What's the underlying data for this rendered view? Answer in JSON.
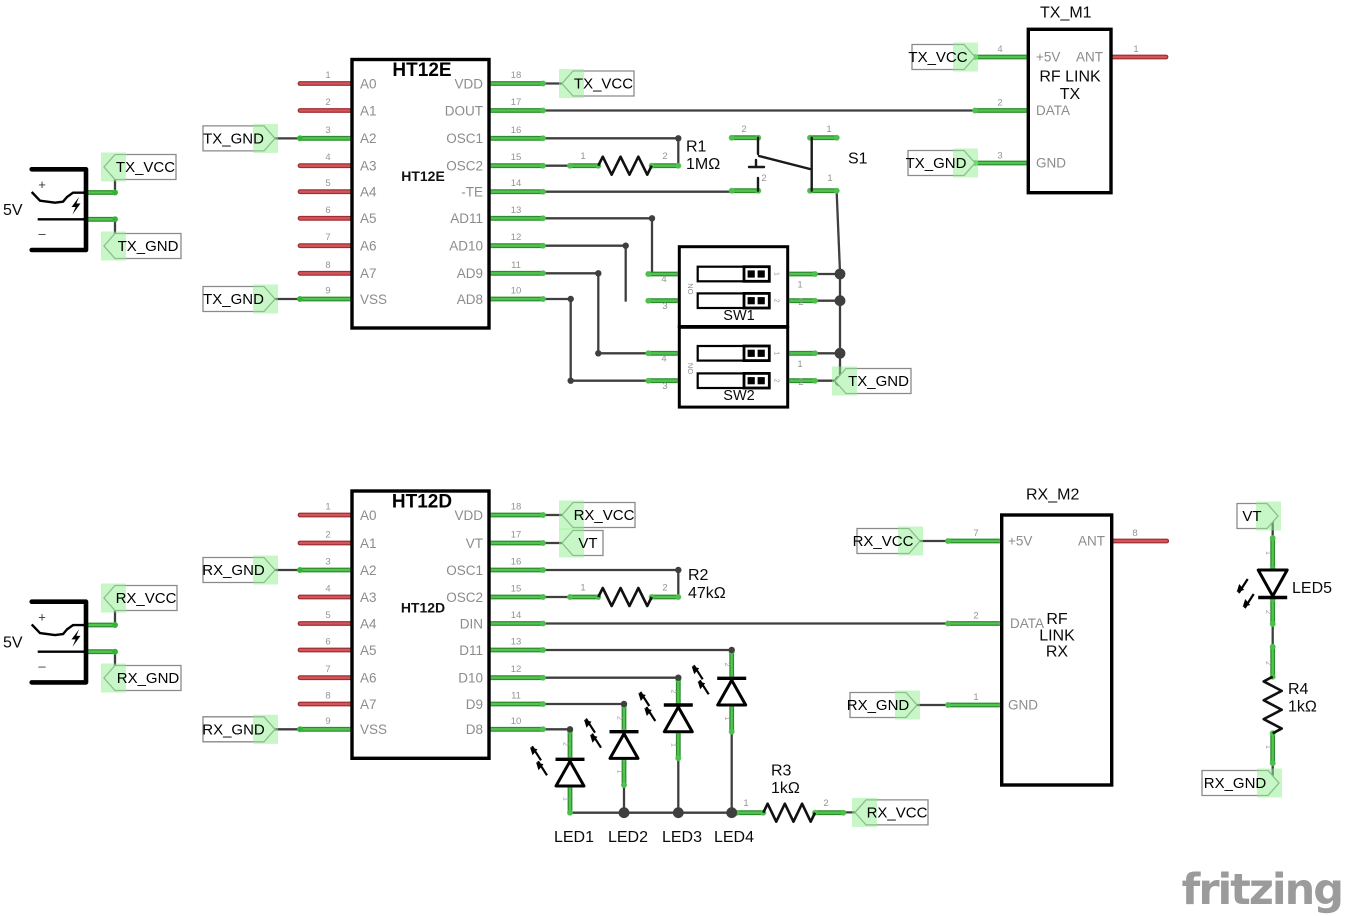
{
  "watermark": "fritzing",
  "nets": {
    "tx_vcc": "TX_VCC",
    "tx_gnd": "TX_GND",
    "rx_vcc": "RX_VCC",
    "rx_gnd": "RX_GND",
    "vt": "VT"
  },
  "power_tx": {
    "voltage": "5V",
    "plus": "+",
    "minus": "–"
  },
  "power_rx": {
    "voltage": "5V",
    "plus": "+",
    "minus": "–"
  },
  "tx": {
    "ic": {
      "title": "HT12E",
      "subtitle": "HT12E",
      "left_pins": [
        {
          "num": "1",
          "name": "A0"
        },
        {
          "num": "2",
          "name": "A1"
        },
        {
          "num": "3",
          "name": "A2"
        },
        {
          "num": "4",
          "name": "A3"
        },
        {
          "num": "5",
          "name": "A4"
        },
        {
          "num": "6",
          "name": "A5"
        },
        {
          "num": "7",
          "name": "A6"
        },
        {
          "num": "8",
          "name": "A7"
        },
        {
          "num": "9",
          "name": "VSS"
        }
      ],
      "right_pins": [
        {
          "num": "18",
          "name": "VDD"
        },
        {
          "num": "17",
          "name": "DOUT"
        },
        {
          "num": "16",
          "name": "OSC1"
        },
        {
          "num": "15",
          "name": "OSC2"
        },
        {
          "num": "14",
          "name": "-TE"
        },
        {
          "num": "13",
          "name": "AD11"
        },
        {
          "num": "12",
          "name": "AD10"
        },
        {
          "num": "11",
          "name": "AD9"
        },
        {
          "num": "10",
          "name": "AD8"
        }
      ]
    },
    "r1": {
      "ref": "R1",
      "value": "1MΩ",
      "pin1": "1",
      "pin2": "2"
    },
    "s1": {
      "ref": "S1",
      "pin_tl": "2",
      "pin_tr": "1",
      "pin_bl": "2",
      "pin_br": "1"
    },
    "sw1": {
      "ref": "SW1",
      "on": "ON",
      "pin4": "4",
      "pin3": "3",
      "pin1": "1",
      "pin2": "2",
      "pos1": "1",
      "pos2": "2"
    },
    "sw2": {
      "ref": "SW2",
      "on": "ON",
      "pin4": "4",
      "pin3": "3",
      "pin1": "1",
      "pin2": "2",
      "pos1": "1",
      "pos2": "2"
    },
    "module": {
      "ref": "TX_M1",
      "body1": "RF LINK",
      "body2": "TX",
      "p5v": {
        "num": "4",
        "name": "+5V"
      },
      "ant": {
        "num": "1",
        "name": "ANT"
      },
      "data": {
        "num": "2",
        "name": "DATA"
      },
      "gnd": {
        "num": "3",
        "name": "GND"
      }
    }
  },
  "rx": {
    "ic": {
      "title": "HT12D",
      "subtitle": "HT12D",
      "left_pins": [
        {
          "num": "1",
          "name": "A0"
        },
        {
          "num": "2",
          "name": "A1"
        },
        {
          "num": "3",
          "name": "A2"
        },
        {
          "num": "4",
          "name": "A3"
        },
        {
          "num": "5",
          "name": "A4"
        },
        {
          "num": "6",
          "name": "A5"
        },
        {
          "num": "7",
          "name": "A6"
        },
        {
          "num": "8",
          "name": "A7"
        },
        {
          "num": "9",
          "name": "VSS"
        }
      ],
      "right_pins": [
        {
          "num": "18",
          "name": "VDD"
        },
        {
          "num": "17",
          "name": "VT"
        },
        {
          "num": "16",
          "name": "OSC1"
        },
        {
          "num": "15",
          "name": "OSC2"
        },
        {
          "num": "14",
          "name": "DIN"
        },
        {
          "num": "13",
          "name": "D11"
        },
        {
          "num": "12",
          "name": "D10"
        },
        {
          "num": "11",
          "name": "D9"
        },
        {
          "num": "10",
          "name": "D8"
        }
      ]
    },
    "r2": {
      "ref": "R2",
      "value": "47kΩ",
      "pin1": "1",
      "pin2": "2"
    },
    "r3": {
      "ref": "R3",
      "value": "1kΩ",
      "pin1": "1",
      "pin2": "2"
    },
    "r4": {
      "ref": "R4",
      "value": "1kΩ",
      "pin1": "1",
      "pin2": "2"
    },
    "led1": {
      "ref": "LED1",
      "pin1": "1",
      "pin2": "2"
    },
    "led2": {
      "ref": "LED2",
      "pin1": "1",
      "pin2": "2"
    },
    "led3": {
      "ref": "LED3",
      "pin1": "1",
      "pin2": "2"
    },
    "led4": {
      "ref": "LED4",
      "pin1": "1",
      "pin2": "2"
    },
    "led5": {
      "ref": "LED5",
      "pin1": "1",
      "pin2": "2"
    },
    "module": {
      "ref": "RX_M2",
      "body1": "RF",
      "body2": "LINK",
      "body3": "RX",
      "p5v": {
        "num": "7",
        "name": "+5V"
      },
      "ant": {
        "num": "8",
        "name": "ANT"
      },
      "data": {
        "num": "2",
        "name": "DATA"
      },
      "gnd": {
        "num": "1",
        "name": "GND"
      }
    }
  }
}
